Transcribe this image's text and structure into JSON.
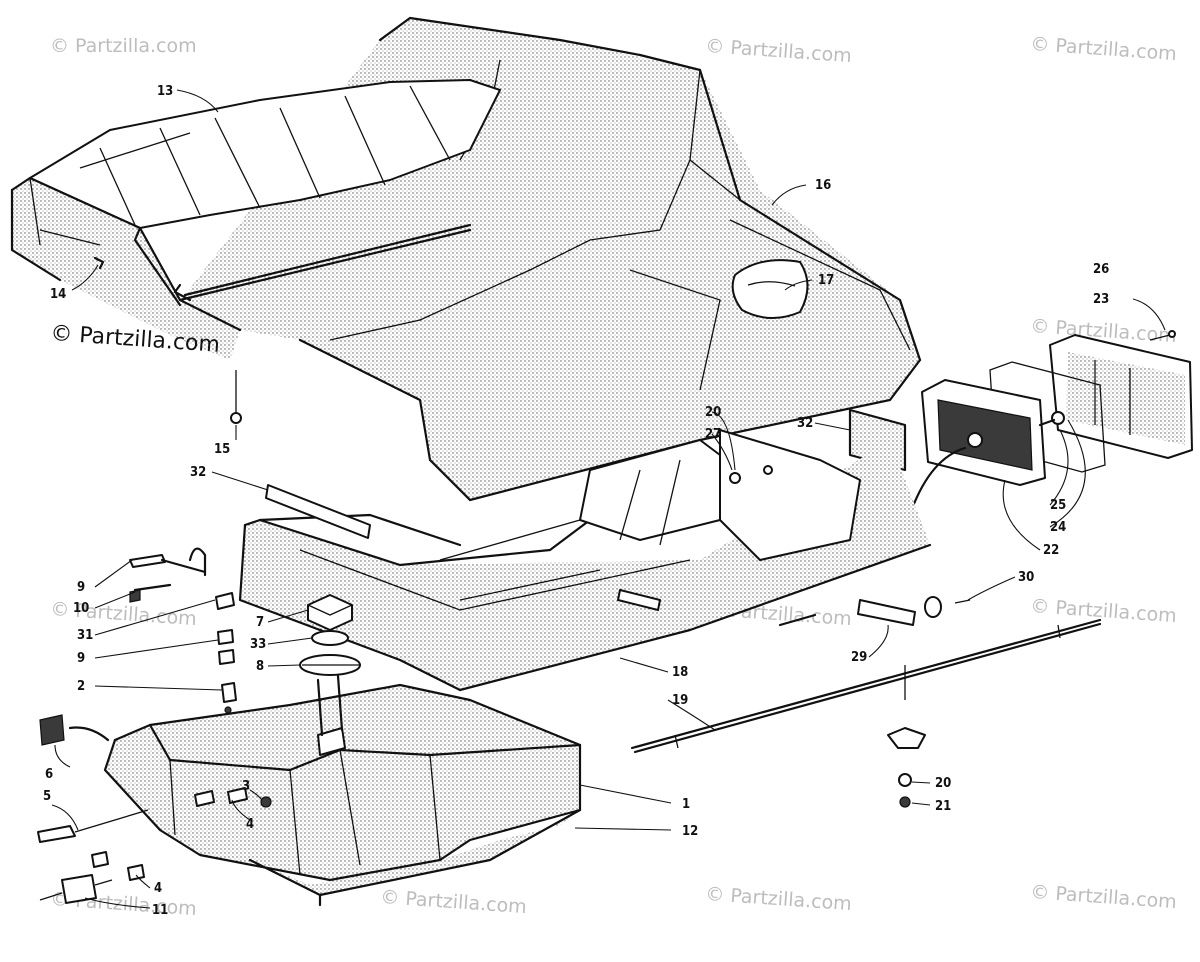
{
  "watermark": {
    "main": "© Partzilla.com",
    "repeat": "© Partzilla.com"
  },
  "callouts": [
    "13",
    "16",
    "17",
    "14",
    "15",
    "26",
    "23",
    "20",
    "27",
    "32",
    "32",
    "25",
    "24",
    "22",
    "9",
    "10",
    "31",
    "9",
    "2",
    "7",
    "33",
    "8",
    "30",
    "29",
    "18",
    "19",
    "6",
    "5",
    "3",
    "4",
    "1",
    "12",
    "4",
    "11",
    "20",
    "21"
  ]
}
